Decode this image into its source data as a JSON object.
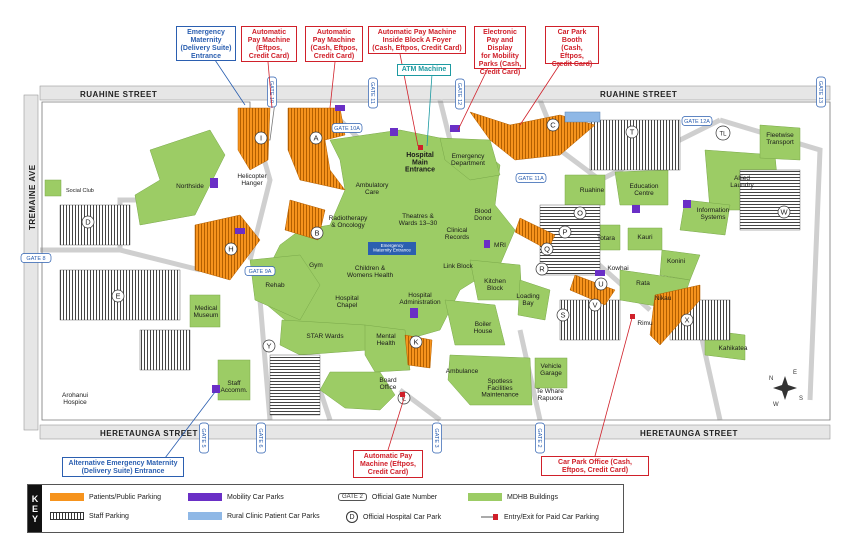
{
  "streets": {
    "ruahine_left": "RUAHINE STREET",
    "ruahine_right": "RUAHINE STREET",
    "heretaunga_left": "HERETAUNGA STREET",
    "heretaunga_right": "HERETAUNGA STREET",
    "tremaine": "TREMAINE AVE"
  },
  "gates": {
    "g10": "GATE 10",
    "g11": "GATE 11",
    "g10a": "GATE 10A",
    "g11a": "GATE 11A",
    "g12": "GATE 12",
    "g12a": "GATE 12A",
    "g13": "GATE 13",
    "g8": "GATE 8",
    "g9a": "GATE 9A",
    "g5": "GATE 5",
    "g6": "GATE 6",
    "g3": "GATE 3",
    "g2": "GATE 2"
  },
  "buildings": {
    "northside": "Northside",
    "helicopter": "Helicopter\nHanger",
    "ambulatory": "Ambulatory\nCare",
    "main_entrance": "Hospital\nMain\nEntrance",
    "emergency": "Emergency\nDepartment",
    "radiotherapy": "Radiotherapy\n& Oncology",
    "theatres": "Theatres &\nWards 13–30",
    "blood_donor": "Blood\nDonor",
    "clinical_records": "Clinical\nRecords",
    "mri": "MRI",
    "gym": "Gym",
    "children": "Children &\nWomens Health",
    "link_block": "Link Block",
    "rehab": "Rehab",
    "chapel": "Hospital\nChapel",
    "admin": "Hospital\nAdministration",
    "kitchen": "Kitchen\nBlock",
    "loading": "Loading\nBay",
    "medical_museum": "Medical\nMuseum",
    "star_wards": "STAR Wards",
    "mental_health": "Mental\nHealth",
    "boiler": "Boiler\nHouse",
    "ambulance": "Ambulance",
    "spotless": "Spotless\nFacilities\nMaintenance",
    "te_whare": "Te Whare\nRapuora",
    "vehicle_garage": "Vehicle\nGarage",
    "board_office": "Board\nOffice",
    "staff_accomm": "Staff\nAccomm.",
    "arohanui": "Arohanui\nHospice",
    "social_club": "Social Club",
    "ruahine": "Ruahine",
    "education": "Education\nCentre",
    "totara": "Totara",
    "kauri": "Kauri",
    "kowhai": "Kowhai",
    "konini": "Konini",
    "rata": "Rata",
    "nikau": "Nikau",
    "rimu": "Rimu",
    "kahikatea": "Kahikatea",
    "info_systems": "Information\nSystems",
    "allied_laundry": "Allied\nLaundry",
    "fleetwise": "Fleetwise\nTransport",
    "emergency_maternity_entrance": "Emergency\nMaternity Entrance"
  },
  "car_parks": [
    "A",
    "B",
    "C",
    "D",
    "E",
    "H",
    "I",
    "K",
    "L",
    "O",
    "P",
    "Q",
    "R",
    "S",
    "T",
    "TL",
    "U",
    "V",
    "W",
    "X",
    "Y"
  ],
  "callouts": {
    "emergency_maternity": "Emergency\nMaternity\n(Delivery Suite)\nEntrance",
    "pay_machine_1": "Automatic\nPay Machine\n(Eftpos,\nCredit Card)",
    "pay_machine_2": "Automatic\nPay Machine\n(Cash, Eftpos,\nCredit Card)",
    "pay_machine_3": "Automatic Pay Machine\nInside Block A Foyer\n(Cash, Eftpos, Credit Card)",
    "atm": "ATM Machine",
    "electronic_pay": "Electronic\nPay and Display\nfor Mobility\nParks (Cash,\nCredit Card)",
    "car_park_booth": "Car Park\nBooth\n(Cash, Eftpos,\nCredit Card)",
    "alt_emergency": "Alternative Emergency Maternity\n(Delivery Suite) Entrance",
    "pay_machine_4": "Automatic Pay\nMachine (Eftpos,\nCredit Card)",
    "car_park_office": "Car Park Office (Cash,\nEftpos, Credit Card)"
  },
  "compass": {
    "n": "N",
    "s": "S",
    "e": "E",
    "w": "W"
  },
  "key": {
    "title": "KEY",
    "patients_parking": "Patients/Public Parking",
    "staff_parking": "Staff Parking",
    "mobility": "Mobility Car Parks",
    "rural": "Rural Clinic Patient Car Parks",
    "gate_sample": "GATE 2",
    "gate_number": "Official Gate Number",
    "d_sample": "D",
    "official_car_park": "Official Hospital Car Park",
    "mdhb": "MDHB Buildings",
    "entry_exit": "Entry/Exit for Paid Car Parking"
  },
  "colors": {
    "patients_parking": "#f6931d",
    "mobility": "#6a2fc6",
    "rural": "#8fb8e6",
    "mdhb": "#9ccc65",
    "road": "#e6e6e6",
    "callout_red": "#d0202a",
    "callout_blue": "#2b5fb0"
  }
}
